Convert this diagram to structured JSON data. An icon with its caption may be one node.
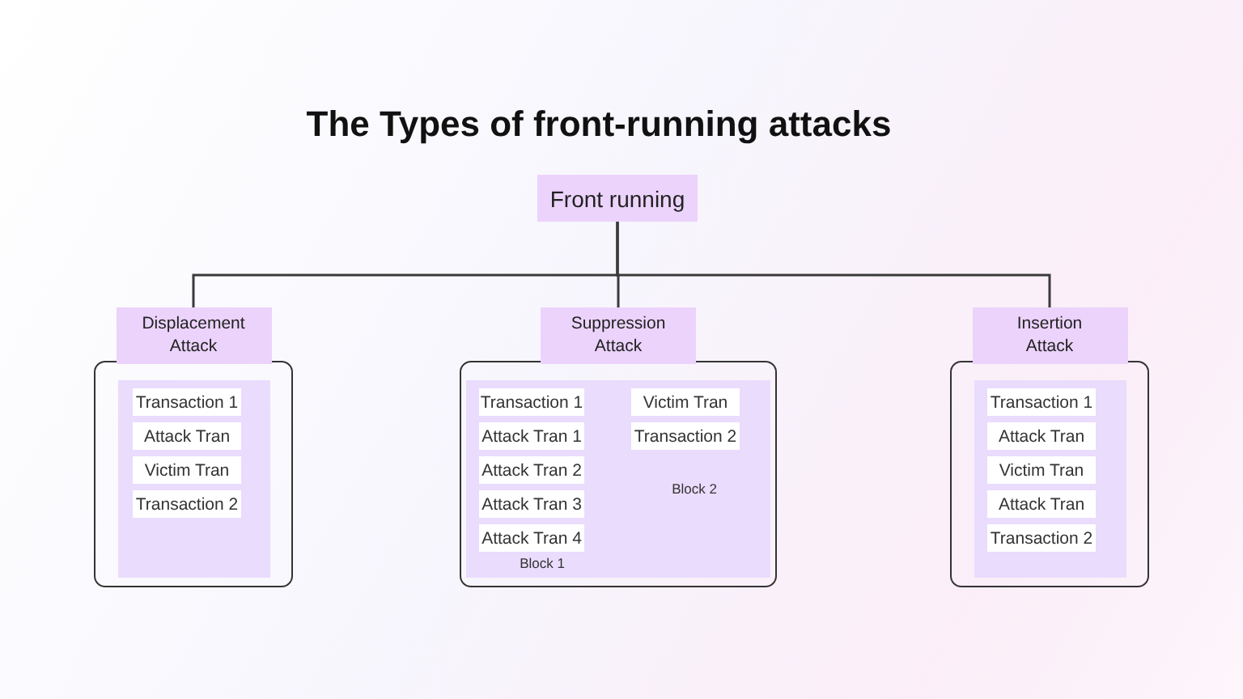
{
  "diagram": {
    "title": "The Types of front-running attacks",
    "nodes": [
      {
        "text": [
          "Front running"
        ]
      },
      {
        "text": [
          "Displacement Attack"
        ]
      },
      {
        "text": [],
        "shape": "box",
        "in": 1
      },
      {
        "text": [
          "Transaction 1"
        ],
        "in": 2
      },
      {
        "text": [
          "Attack Tran"
        ],
        "in": 2
      },
      {
        "text": [
          "Victim Tran"
        ],
        "in": 2
      },
      {
        "text": [
          "Transaction 2"
        ],
        "in": 2
      },
      {
        "text": [
          "Suppression Attack"
        ]
      },
      {
        "text": [
          "Block 1"
        ],
        "in": 7
      },
      {
        "text": [
          "Transaction 1"
        ],
        "in": 8
      },
      {
        "text": [
          "Attack Tran 1"
        ],
        "in": 8
      },
      {
        "text": [
          "Attack Tran 2"
        ],
        "in": 8
      },
      {
        "text": [
          "Attack Tran 3"
        ],
        "in": 8
      },
      {
        "text": [
          "Attack Tran 4"
        ],
        "in": 8
      },
      {
        "text": [
          "Block 2"
        ],
        "in": 7
      },
      {
        "text": [
          "Victim Tran"
        ],
        "in": 14
      },
      {
        "text": [
          "Transaction 2"
        ],
        "in": 14
      },
      {
        "text": [
          "Insertion Attack"
        ]
      },
      {
        "text": [],
        "shape": "box",
        "in": 17
      },
      {
        "text": [
          "Transaction 1"
        ],
        "in": 18
      },
      {
        "text": [
          "Attack Tran"
        ],
        "in": 18
      },
      {
        "text": [
          "Victim Tran"
        ],
        "in": 18
      },
      {
        "text": [
          "Attack Tran"
        ],
        "in": 18
      },
      {
        "text": [
          "Transaction 2"
        ],
        "in": 18
      }
    ],
    "edges": [
      {
        "from": 0,
        "to": 1,
        "arrow": "none"
      },
      {
        "from": 0,
        "to": 7,
        "arrow": "none"
      },
      {
        "from": 0,
        "to": 17,
        "arrow": "none"
      }
    ]
  }
}
